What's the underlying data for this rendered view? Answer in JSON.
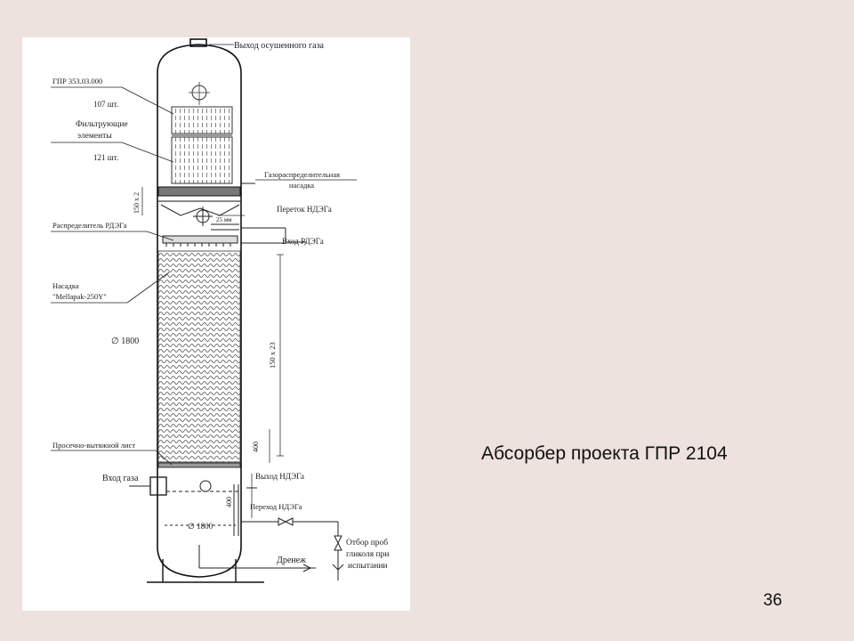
{
  "slide": {
    "caption": "Абсорбер проекта ГПР 2104",
    "page_number": "36"
  },
  "labels": {
    "outlet": "Выход осушенного газа",
    "part_no": "ГПР 353.03.000",
    "count_107": "107 шт.",
    "filter_elements_1": "Фильтрующие",
    "filter_elements_2": "элементы",
    "count_121": "121 шт.",
    "gas_distrib_1": "Газораспределительная",
    "gas_distrib_2": "насадка",
    "overflow": "Переток НДЭГа",
    "glycol_distributor": "Распределитель РДЭГа",
    "glycol_inlet": "Вход РДЭГа",
    "packing_1": "Насадка",
    "packing_2": "\"Mellapak-250Y\"",
    "diameter_1": "∅ 1800",
    "dim_150x2": "150 x 2",
    "dim_25mm": "25 мм",
    "dim_150x23": "150 x 23",
    "dim_400_a": "400",
    "dim_400_b": "400",
    "mesh_plate": "Просечно-вытяжной лист",
    "gas_inlet": "Вход газа",
    "ndeg_outlet": "Выход НДЭГа",
    "ndeg_bypass": "Переход НДЭГа",
    "diameter_2": "∅ 1800",
    "drain": "Дренеж",
    "sampling_1": "Отбор проб",
    "sampling_2": "гликоля при",
    "sampling_3": "испытании"
  }
}
